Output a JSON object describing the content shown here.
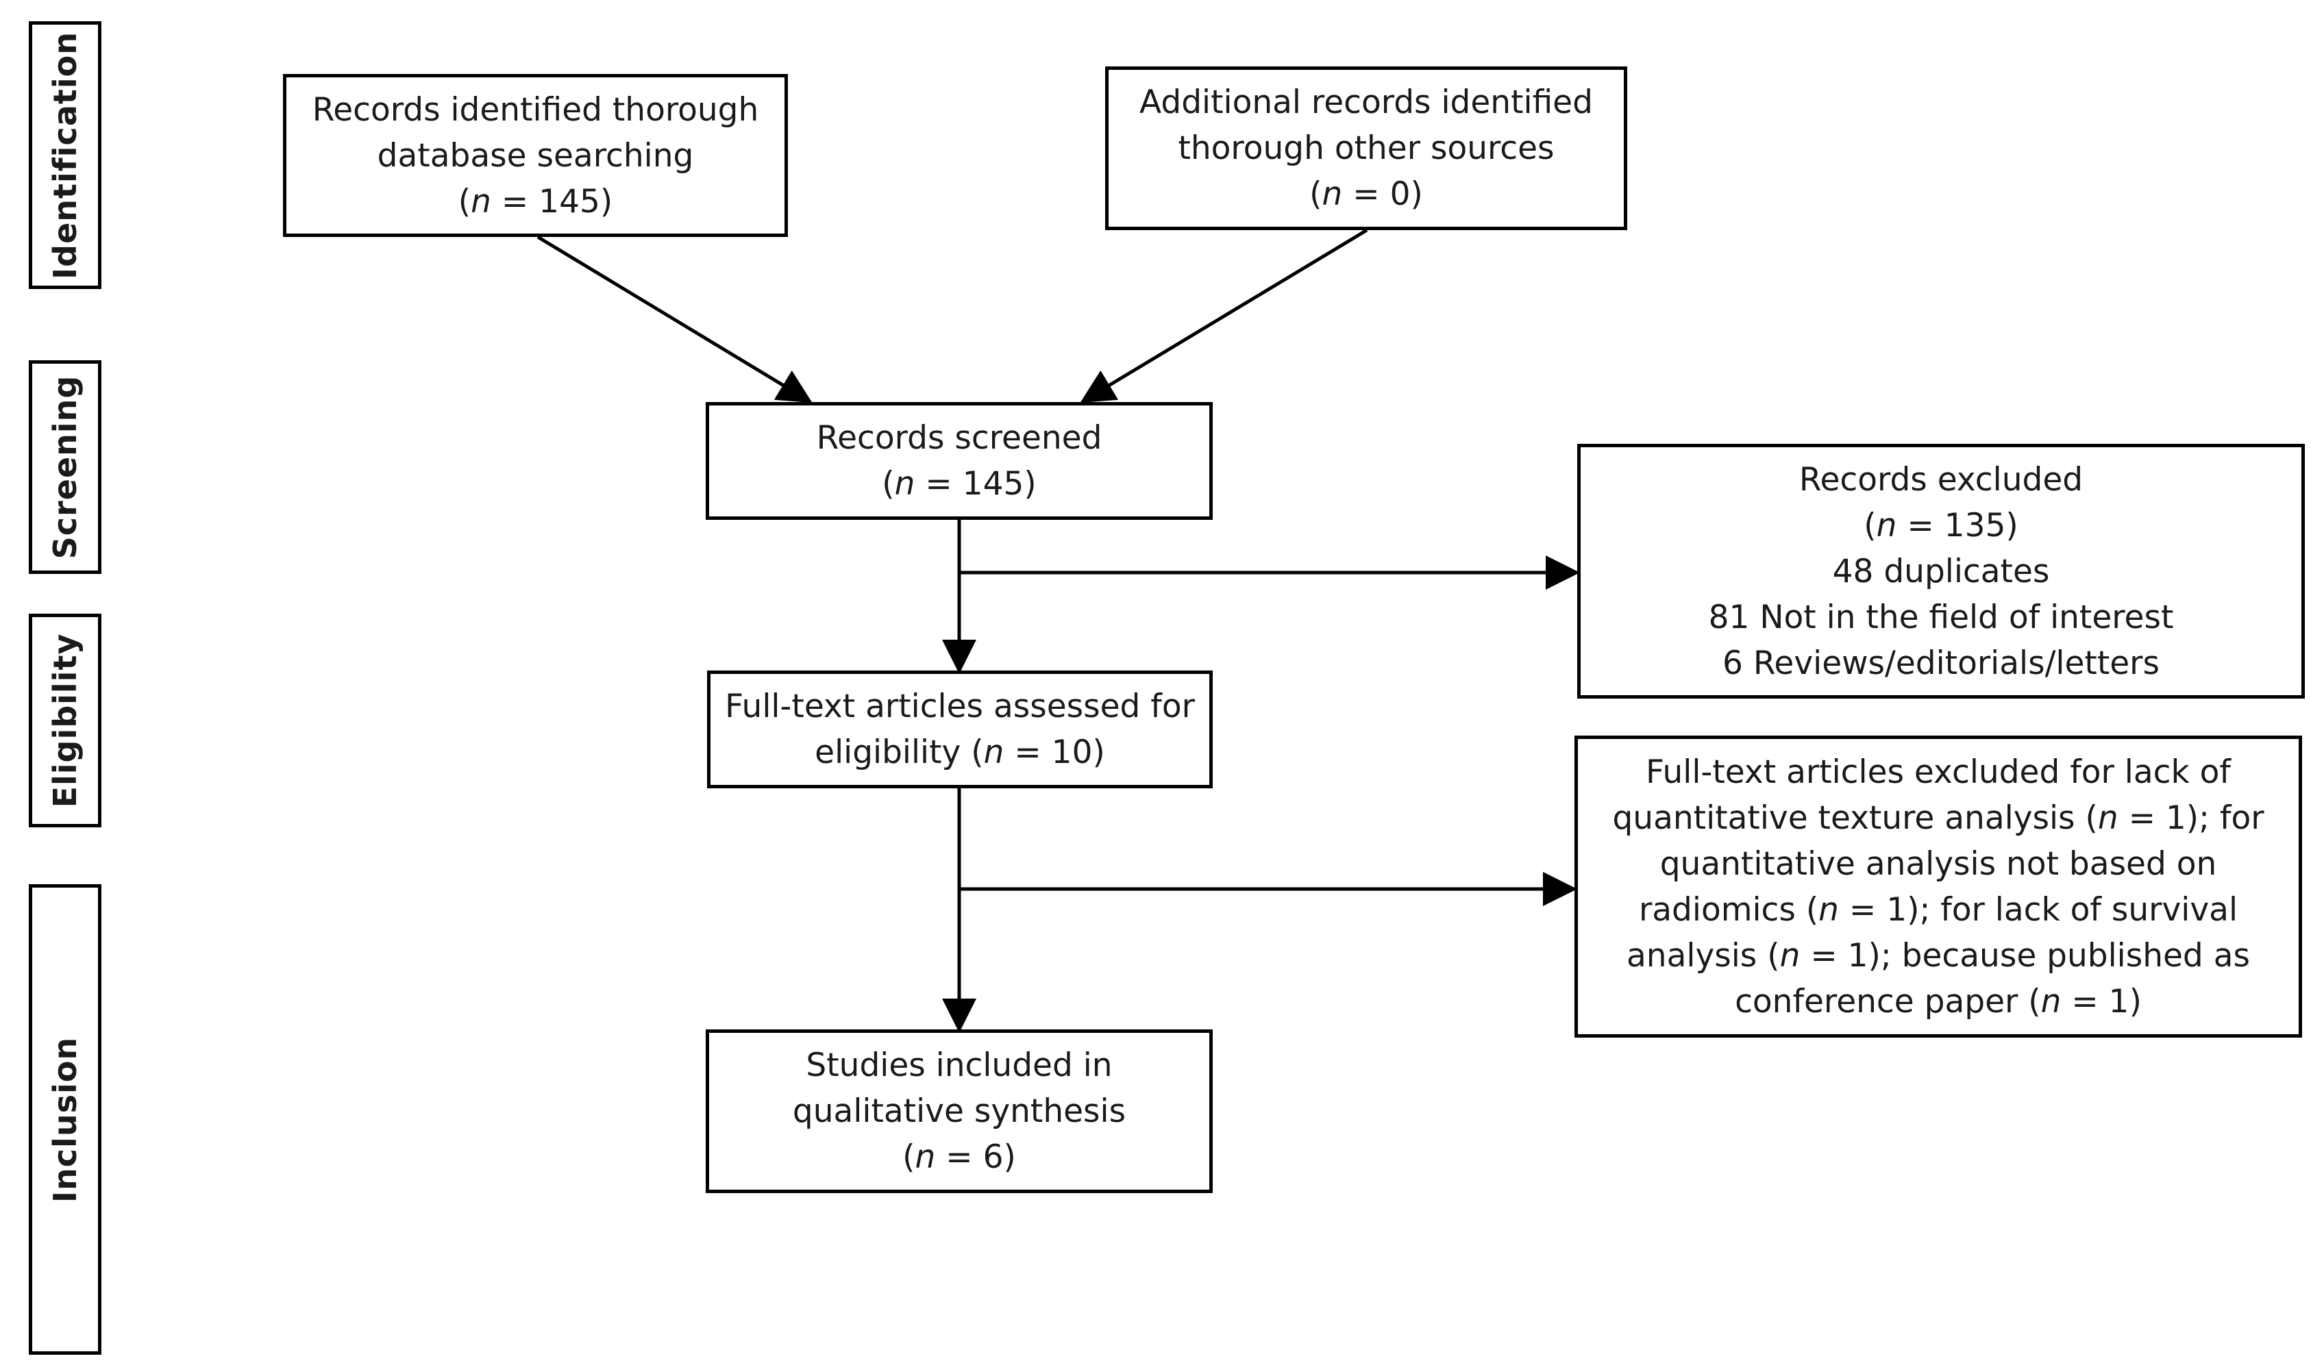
{
  "stages": {
    "identification": "Identification",
    "screening": "Screening",
    "eligibility": "Eligibility",
    "inclusion": "Inclusion"
  },
  "boxes": {
    "database_records": {
      "line1": "Records identified thorough",
      "line2": "database searching",
      "n_open": "(",
      "n_var": "n",
      "n_value": " = 145)"
    },
    "other_sources": {
      "line1": "Additional records identified",
      "line2": "thorough other sources",
      "n_open": "(",
      "n_var": "n",
      "n_value": " = 0)"
    },
    "records_screened": {
      "line1": "Records screened",
      "n_open": "(",
      "n_var": "n",
      "n_value": " = 145)"
    },
    "records_excluded": {
      "line1": "Records excluded",
      "n_open": "(",
      "n_var": "n",
      "n_value": " = 135)",
      "reason1": "48 duplicates",
      "reason2": "81 Not in the field of interest",
      "reason3": "6 Reviews/editorials/letters"
    },
    "fulltext_assessed": {
      "line1": "Full-text articles assessed for",
      "line2_pre": "eligibility (",
      "n_var": "n",
      "n_value": " = 10)"
    },
    "fulltext_excluded": {
      "l1": "Full-text articles excluded for lack of",
      "l2_pre": "quantitative texture analysis (",
      "l2_var": "n",
      "l2_post": " = 1); for",
      "l3": "quantitative analysis not based on",
      "l4_pre": "radiomics (",
      "l4_var": "n",
      "l4_post": " = 1); for lack of survival",
      "l5_pre": "analysis (",
      "l5_var": "n",
      "l5_post": " = 1); because published as",
      "l6_pre": "conference paper (",
      "l6_var": "n",
      "l6_post": " = 1)"
    },
    "included": {
      "line1": "Studies included in",
      "line2": "qualitative synthesis",
      "n_open": "(",
      "n_var": "n",
      "n_value": " = 6)"
    }
  },
  "colors": {
    "stroke": "#000000",
    "text": "#1a1a1a",
    "background": "#ffffff"
  }
}
